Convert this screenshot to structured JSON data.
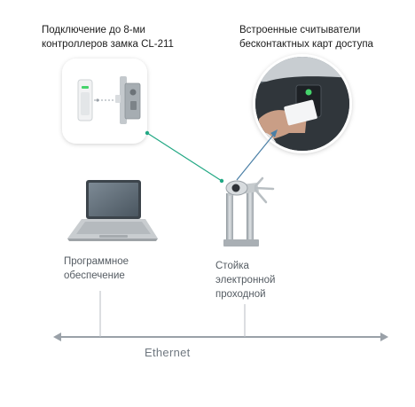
{
  "labels": {
    "lock_controllers": [
      "Подключение до 8-ми",
      "контроллеров замка CL-211"
    ],
    "card_readers": [
      "Встроенные считыватели",
      "бесконтактных карт доступа"
    ],
    "software": [
      "Программное",
      "обеспечение"
    ],
    "turnstile": [
      "Стойка",
      "электронной",
      "проходной"
    ],
    "network": "Ethernet"
  },
  "colors": {
    "connector_green": "#22a884",
    "connector_blue": "#4a7fa6",
    "network_line": "#9aa1a8",
    "reader_led": "#45d36b"
  },
  "icons": [
    "lock-controller-icon",
    "door-lock-icon",
    "card-reader-photo",
    "laptop-icon",
    "turnstile-icon"
  ]
}
